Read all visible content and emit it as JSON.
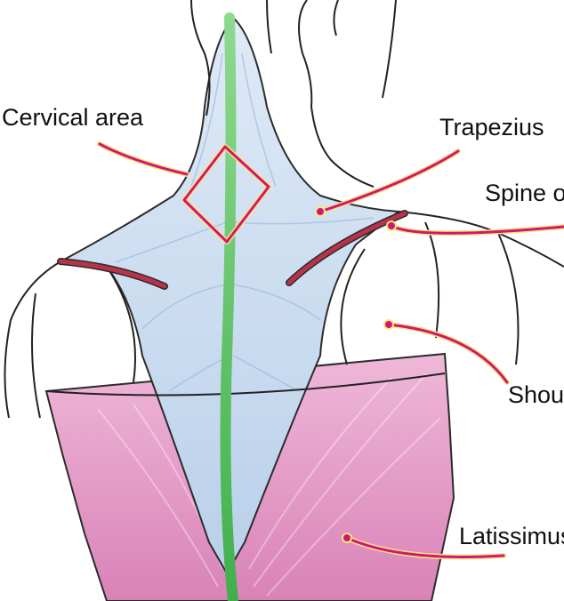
{
  "labels": {
    "cervical": "Cervical area",
    "trapezius": "Trapezius",
    "spine": "Spine of scapula",
    "shoulder": "Shoulder",
    "latissimus": "Latissimus dorsi"
  },
  "colors": {
    "outline": "#222222",
    "trapezius_fill": "#c9dcf0",
    "latissimus_fill": "#e7a3cc",
    "spine_line": "#56c35e",
    "scapula_spine": "#b8324a",
    "leader": "#d4147a",
    "leader_halo": "#f4ea7a"
  }
}
